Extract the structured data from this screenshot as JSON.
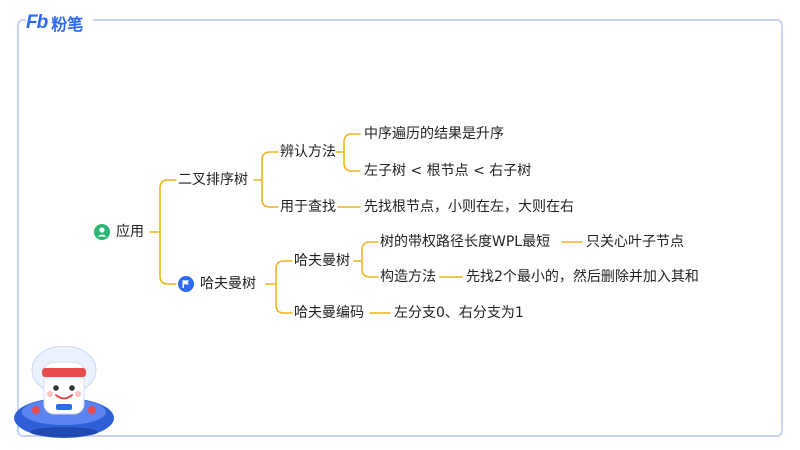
{
  "brand": {
    "mark": "Fb",
    "name": "粉笔"
  },
  "mindmap": {
    "root": "应用",
    "branch1": {
      "label": "二叉排序树",
      "child1": {
        "label": "辨认方法",
        "leaf1": "中序遍历的结果是升序",
        "leaf2": "左子树 < 根节点 < 右子树"
      },
      "child2": {
        "label": "用于查找",
        "leaf1": "先找根节点，小则在左，大则在右"
      }
    },
    "branch2": {
      "label": "哈夫曼树",
      "child1": {
        "label": "哈夫曼树",
        "leaf1": "树的带权路径长度WPL最短",
        "leaf1_note": "只关心叶子节点",
        "leaf2": "构造方法",
        "leaf2_note": "先找2个最小的，然后删除并加入其和"
      },
      "child2": {
        "label": "哈夫曼编码",
        "leaf1": "左分支0、右分支为1"
      }
    }
  },
  "colors": {
    "connector": "#f0b41c",
    "frame_border": "#c7d3f6",
    "brand_blue": "#2f6bf2",
    "root_icon": "#2bb673",
    "flag_icon": "#2f6bf2"
  },
  "icons": {
    "root": "person-icon",
    "branch2": "flag-icon"
  }
}
